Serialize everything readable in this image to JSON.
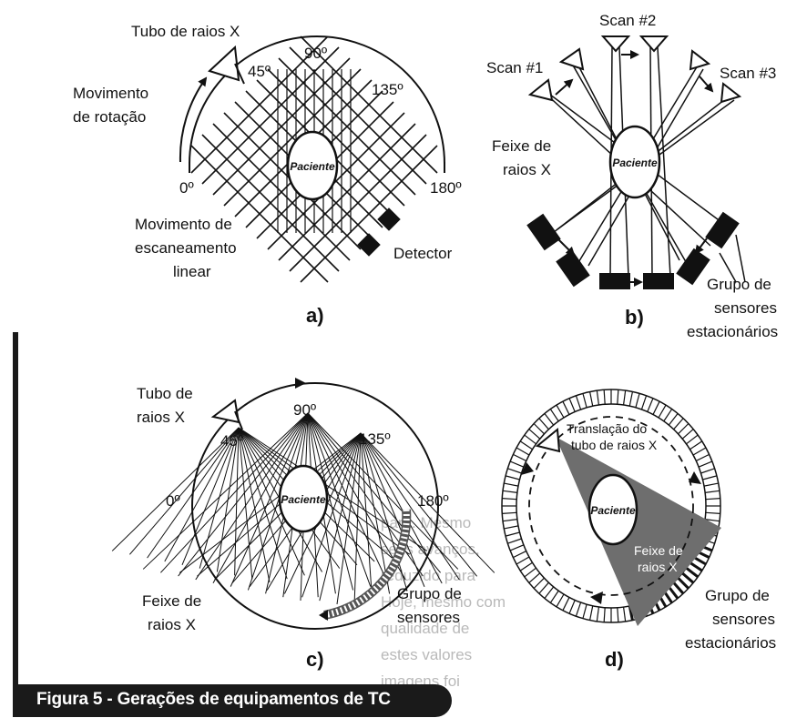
{
  "caption": "Figura 5 - Gerações de equipamentos de TC",
  "background_text": [
    "para. Mesmo",
    "seus avanços,",
    "reduzido para",
    "Hoje, mesmo com",
    "qualidade de",
    "estes valores",
    "imagens foi"
  ],
  "panel_a": {
    "letter": "a)",
    "tube": "Tubo de raios X",
    "rotation_line1": "Movimento",
    "rotation_line2": "de rotação",
    "angle_0": "0º",
    "angle_45": "45º",
    "angle_90": "90º",
    "angle_135": "135º",
    "angle_180": "180º",
    "patient": "Paciente",
    "scan_line1": "Movimento de",
    "scan_line2": "escaneamento",
    "scan_line3": "linear",
    "detector": "Detector"
  },
  "panel_b": {
    "letter": "b)",
    "scan1": "Scan #1",
    "scan2": "Scan #2",
    "scan3": "Scan #3",
    "beam_line1": "Feixe de",
    "beam_line2": "raios X",
    "patient": "Paciente",
    "sensors_line1": "Grupo de",
    "sensors_line2": "sensores",
    "sensors_line3": "estacionários"
  },
  "panel_c": {
    "letter": "c)",
    "tube_line1": "Tubo de",
    "tube_line2": "raios X",
    "angle_0": "0º",
    "angle_45": "45º",
    "angle_90": "90º",
    "angle_135": "135º",
    "angle_180": "180º",
    "patient": "Paciente",
    "beam_line1": "Feixe de",
    "beam_line2": "raios X",
    "sensors_line1": "Grupo de",
    "sensors_line2": "sensores"
  },
  "panel_d": {
    "letter": "d)",
    "translation_line1": "Translação do",
    "translation_line2": "tubo de raios X",
    "patient": "Paciente",
    "beam_line1": "Feixe de",
    "beam_line2": "raios X",
    "sensors_line1": "Grupo de",
    "sensors_line2": "sensores",
    "sensors_line3": "estacionários"
  }
}
